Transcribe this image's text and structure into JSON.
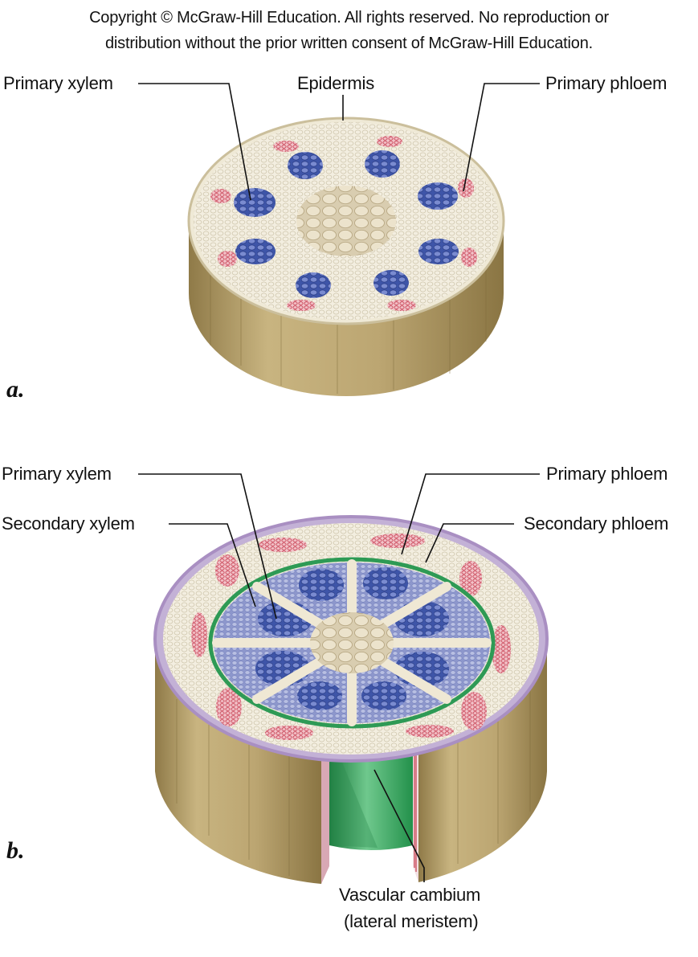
{
  "copyright": {
    "line1": "Copyright © McGraw-Hill Education.  All rights reserved. No reproduction or",
    "line2": "distribution without the prior written consent of McGraw-Hill Education."
  },
  "panel_a": {
    "letter": "a.",
    "labels": {
      "primary_xylem": "Primary xylem",
      "epidermis": "Epidermis",
      "primary_phloem": "Primary phloem"
    }
  },
  "panel_b": {
    "letter": "b.",
    "labels": {
      "primary_xylem": "Primary xylem",
      "secondary_xylem": "Secondary xylem",
      "primary_phloem": "Primary phloem",
      "secondary_phloem": "Secondary phloem",
      "vascular_cambium_line1": "Vascular cambium",
      "vascular_cambium_line2": "(lateral meristem)"
    }
  },
  "colors": {
    "bark": "#b9a36e",
    "cortex": "#f3eee0",
    "pith": "#e6dcc4",
    "xylem": "#6f80c8",
    "secondary_xylem": "#aab2dc",
    "phloem": "#d45a6a",
    "cambium": "#2e9a55",
    "epidermis_b": "#a98fc2"
  }
}
